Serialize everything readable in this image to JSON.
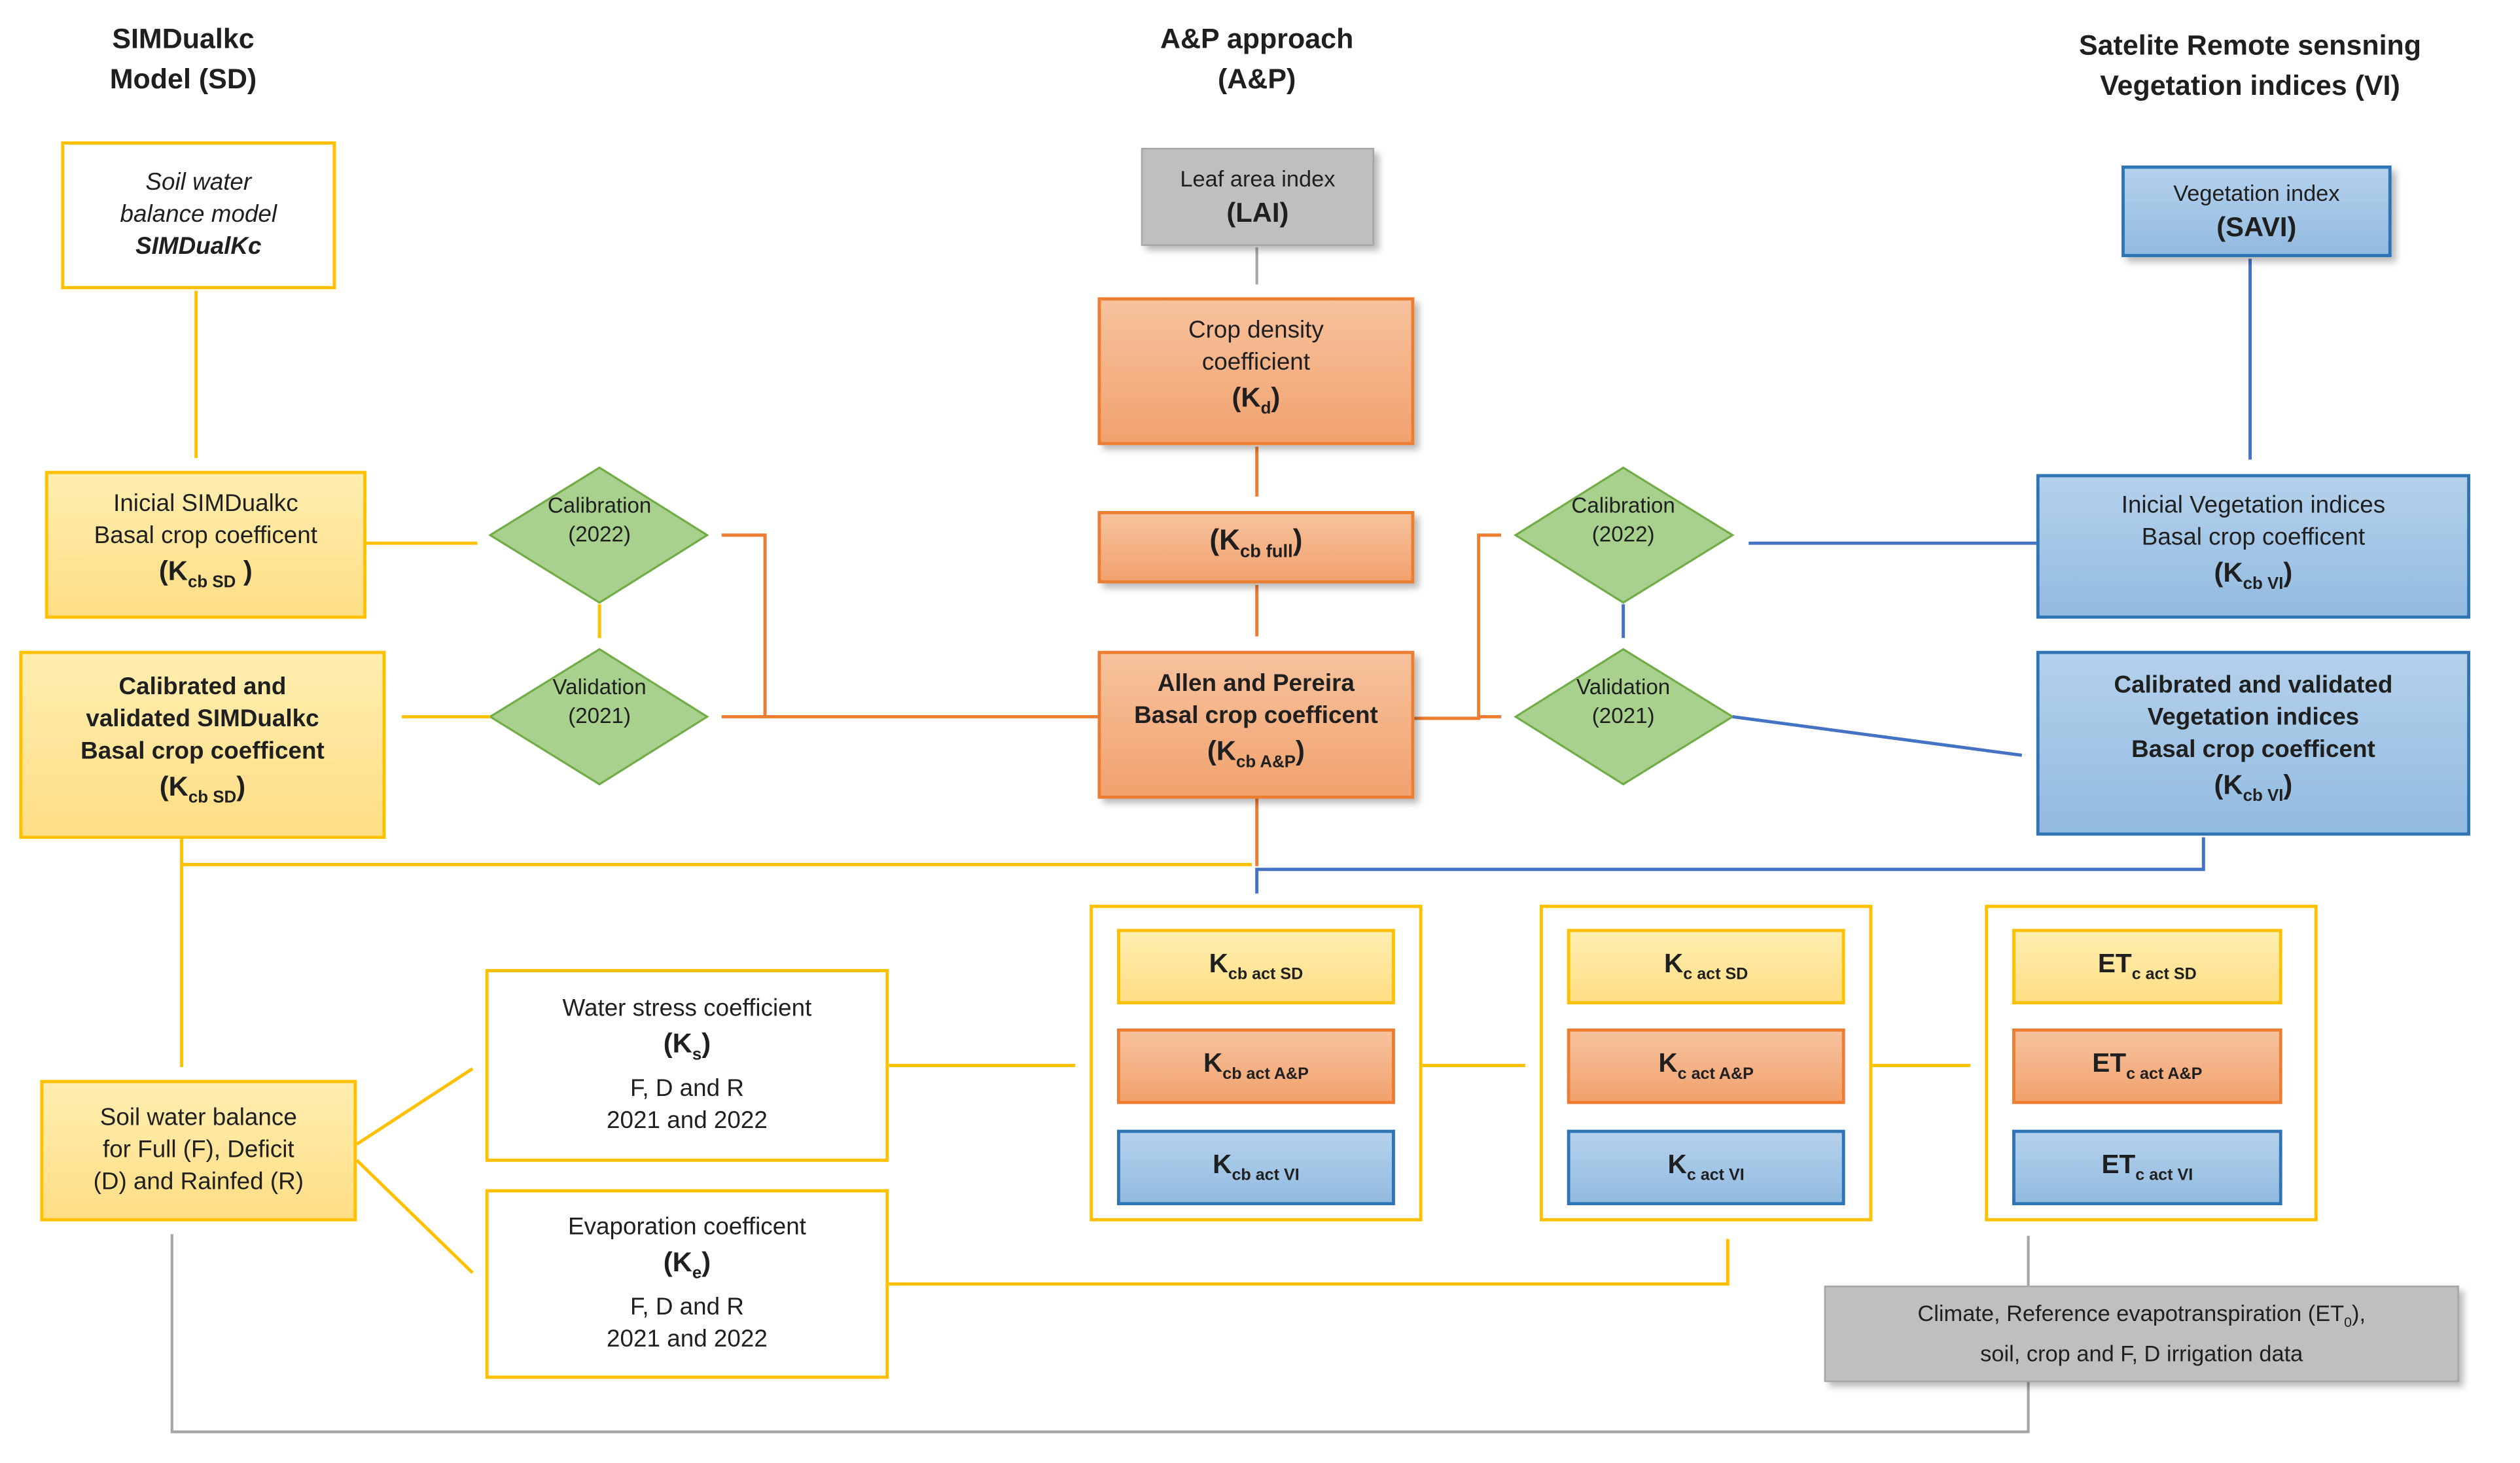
{
  "figure": {
    "type": "methodology-flowchart",
    "topic": "Basal crop coefficient estimation from SIMDualKc, A&P approach and satellite vegetation indices"
  },
  "colors": {
    "sd_accent": "#FFC000",
    "sd_fill": "#FFE699",
    "ap_accent": "#ED7D31",
    "ap_fill": "#F4B183",
    "vi_accent": "#2E75B6",
    "vi_arrow": "#4472C4",
    "vi_fill": "#9DC3E6",
    "decision_fill": "#A9D18E",
    "decision_border": "#70AD47",
    "gray_fill": "#BFBFBF",
    "gray_border": "#A6A6A6",
    "text": "#1F1F1F"
  },
  "headers": {
    "sd": {
      "line1": "SIMDualkc",
      "line2": "Model (SD)"
    },
    "ap": {
      "line1": "A&P approach",
      "line2": "(A&P)"
    },
    "vi": {
      "line1": "Satelite Remote sensning",
      "line2": "Vegetation indices (VI)"
    }
  },
  "nodes": {
    "soil_water_model": {
      "l1": "Soil water",
      "l2": "balance model",
      "l3": "SIMDualKc"
    },
    "lai": {
      "l1": "Leaf area index",
      "f": "(LAI)"
    },
    "savi": {
      "l1": "Vegetation index",
      "f": "(SAVI)"
    },
    "crop_density": {
      "l1": "Crop density",
      "l2": "coefficient",
      "f_pre": "(K",
      "f_sub": "d",
      "f_post": ")"
    },
    "kcb_full": {
      "f_pre": "(K",
      "f_sub": "cb full",
      "f_post": ")"
    },
    "allen_pereira": {
      "l1": "Allen and Pereira",
      "l2": "Basal crop coefficent",
      "f_pre": "(K",
      "f_sub": "cb A&P",
      "f_post": ")"
    },
    "inicial_sd": {
      "l1": "Inicial SIMDualkc",
      "l2": "Basal crop coefficent",
      "f_pre": "(K",
      "f_sub": "cb SD",
      "f_post": " )"
    },
    "calibrated_sd": {
      "l1": "Calibrated and",
      "l2": "validated SIMDualkc",
      "l3": "Basal crop coefficent",
      "f_pre": "(K",
      "f_sub": "cb SD",
      "f_post": ")"
    },
    "inicial_vi": {
      "l1": "Inicial Vegetation indices",
      "l2": "Basal crop coefficent",
      "f_pre": "(K",
      "f_sub": "cb VI",
      "f_post": ")"
    },
    "calibrated_vi": {
      "l1": "Calibrated and validated",
      "l2": "Vegetation indices",
      "l3": "Basal crop coefficent",
      "f_pre": "(K",
      "f_sub": "cb VI",
      "f_post": ")"
    },
    "soil_water_balance": {
      "l1": "Soil water balance",
      "l2": "for Full (F), Deficit",
      "l3": "(D) and Rainfed (R)"
    },
    "water_stress": {
      "l1": "Water stress coefficient",
      "f_pre": "(K",
      "f_sub": "s",
      "f_post": ")",
      "l3": "F, D and R",
      "l4": "2021 and 2022"
    },
    "evaporation": {
      "l1": "Evaporation coefficent",
      "f_pre": "(K",
      "f_sub": "e",
      "f_post": ")",
      "l3": "F, D and R",
      "l4": "2021 and 2022"
    },
    "climate": {
      "l1_pre": "Climate, Reference evapotranspiration (ET",
      "l1_sub": "0",
      "l1_post": "),",
      "l2": "soil, crop and F,  D irrigation data"
    }
  },
  "decisions": {
    "cal_left": {
      "l1": "Calibration",
      "l2": "(2022)"
    },
    "val_left": {
      "l1": "Validation",
      "l2": "(2021)"
    },
    "cal_right": {
      "l1": "Calibration",
      "l2": "(2022)"
    },
    "val_right": {
      "l1": "Validation",
      "l2": "(2021)"
    }
  },
  "groups": {
    "kcb_act": {
      "sd_pre": "K",
      "sd_sub": "cb act SD",
      "ap_pre": "K",
      "ap_sub": "cb act A&P",
      "vi_pre": "K",
      "vi_sub": "cb act VI"
    },
    "kc_act": {
      "sd_pre": "K",
      "sd_sub": "c act SD",
      "ap_pre": "K",
      "ap_sub": "c act A&P",
      "vi_pre": "K",
      "vi_sub": "c act VI"
    },
    "etc_act": {
      "sd_pre": "ET",
      "sd_sub": "c act SD",
      "ap_pre": "ET",
      "ap_sub": "c act A&P",
      "vi_pre": "ET",
      "vi_sub": "c act VI"
    }
  }
}
